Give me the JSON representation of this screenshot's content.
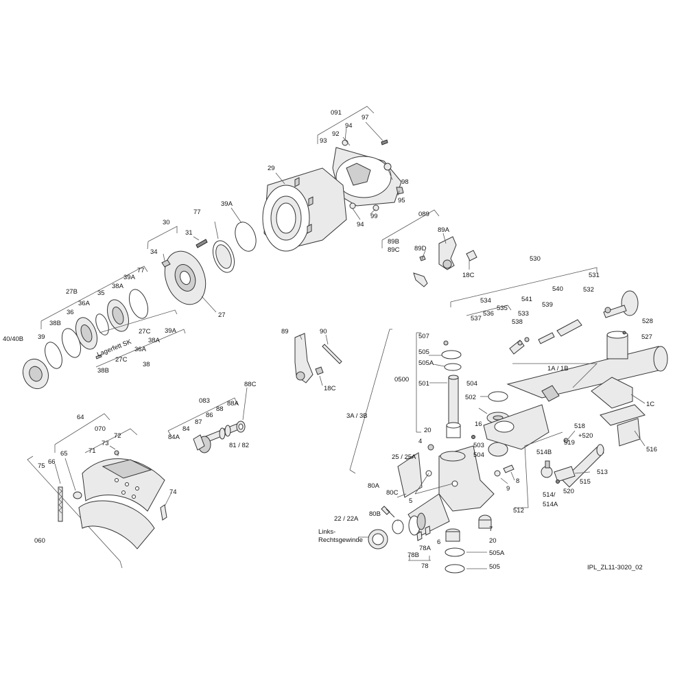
{
  "document_id": "IPL_ZL11-3020_02",
  "labels": {
    "l091": "091",
    "l94a": "94",
    "l97": "97",
    "l92": "92",
    "l93": "93",
    "l98": "98",
    "l95": "95",
    "l94b": "94",
    "l99": "99",
    "l29": "29",
    "l39Aa": "39A",
    "l77a": "77",
    "l30": "30",
    "l31": "31",
    "l34": "34",
    "l27": "27",
    "l089": "089",
    "l89A": "89A",
    "l89B": "89B",
    "l89C": "89C",
    "l89D": "89D",
    "l18Ca": "18C",
    "l530": "530",
    "l531": "531",
    "l532": "532",
    "l528": "528",
    "l527": "527",
    "l540": "540",
    "l541": "541",
    "l539": "539",
    "l534": "534",
    "l536": "536",
    "l535": "535",
    "l533": "533",
    "l538": "538",
    "l537": "537",
    "l1A1B": "1A / 1B",
    "l1C": "1C",
    "l516": "516",
    "l518": "518",
    "l520p": "+520",
    "l519": "519",
    "l514B": "514B",
    "l513": "513",
    "l515": "515",
    "l514s": "514/",
    "l520": "520",
    "l514A": "514A",
    "l512": "512",
    "l27B": "27B",
    "l39Ab": "39A",
    "l77b": "77",
    "l38A": "38A",
    "l35": "35",
    "l36A": "36A",
    "l36": "36",
    "l38B": "38B",
    "l39": "39",
    "l40": "40/40B",
    "l27Ca": "27C",
    "l39Ac": "39A",
    "l38Aa": "38A",
    "lLagerfett": "Lagerfett SK",
    "l27Cb": "27C",
    "l36Ab": "36A",
    "l38Bb": "38B",
    "l38": "38",
    "l89": "89",
    "l90": "90",
    "l18Cb": "18C",
    "l088C": "88C",
    "l083": "083",
    "l88A": "88A",
    "l88": "88",
    "l86": "86",
    "l87": "87",
    "l84": "84",
    "l84A": "84A",
    "l8182": "81 / 82",
    "l507": "507",
    "l505a": "505",
    "l505Aa": "505A",
    "l0500": "0500",
    "l501": "501",
    "l504a": "504",
    "l502": "502",
    "l20a": "20",
    "l16": "16",
    "l4": "4",
    "l503": "503",
    "l504b": "504",
    "l3A3B": "3A / 3B",
    "l2525A": "25 / 25A",
    "l8": "8",
    "l9": "9",
    "l5": "5",
    "l80A": "80A",
    "l80C": "80C",
    "l2222A": "22 / 22A",
    "l80B": "80B",
    "lLinks": "Links-",
    "lRechts": "Rechtsgewinde",
    "l78A": "78A",
    "l78B": "78B",
    "l78": "78",
    "l6": "6",
    "l7": "7",
    "l20b": "20",
    "l505Ab": "505A",
    "l505b": "505",
    "l64": "64",
    "l070": "070",
    "l72": "72",
    "l73": "73",
    "l71": "71",
    "l65": "65",
    "l66": "66",
    "l75": "75",
    "l74": "74",
    "l060": "060"
  }
}
